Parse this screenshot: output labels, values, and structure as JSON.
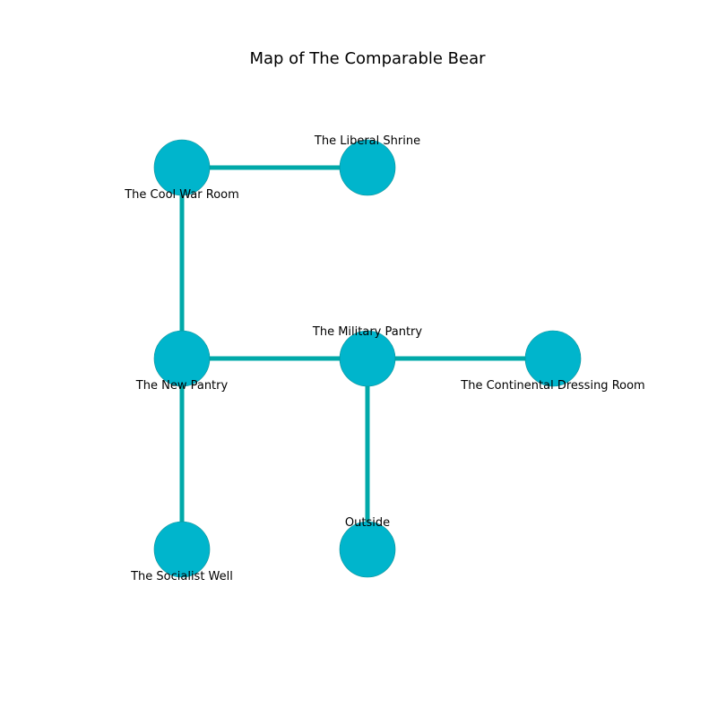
{
  "title": "Map of The Comparable Bear",
  "colors": {
    "node_fill": "#00b5cc",
    "node_stroke": "#0a8f96",
    "edge": "#00a9a9",
    "label": "#000000"
  },
  "rooms": [
    {
      "id": "cool-war-room",
      "name": "The Cool War Room",
      "col": 0,
      "row": 0,
      "label_side": "below"
    },
    {
      "id": "liberal-shrine",
      "name": "The Liberal Shrine",
      "col": 1,
      "row": 0,
      "label_side": "above"
    },
    {
      "id": "new-pantry",
      "name": "The New Pantry",
      "col": 0,
      "row": 1,
      "label_side": "below"
    },
    {
      "id": "military-pantry",
      "name": "The Military Pantry",
      "col": 1,
      "row": 1,
      "label_side": "above"
    },
    {
      "id": "continental-dressing-room",
      "name": "The Continental Dressing Room",
      "col": 2,
      "row": 1,
      "label_side": "below"
    },
    {
      "id": "socialist-well",
      "name": "The Socialist Well",
      "col": 0,
      "row": 2,
      "label_side": "below"
    },
    {
      "id": "outside",
      "name": "Outside",
      "col": 1,
      "row": 2,
      "label_side": "above"
    }
  ],
  "connections": [
    [
      "cool-war-room",
      "liberal-shrine"
    ],
    [
      "cool-war-room",
      "new-pantry"
    ],
    [
      "new-pantry",
      "military-pantry"
    ],
    [
      "military-pantry",
      "continental-dressing-room"
    ],
    [
      "new-pantry",
      "socialist-well"
    ],
    [
      "military-pantry",
      "outside"
    ]
  ]
}
